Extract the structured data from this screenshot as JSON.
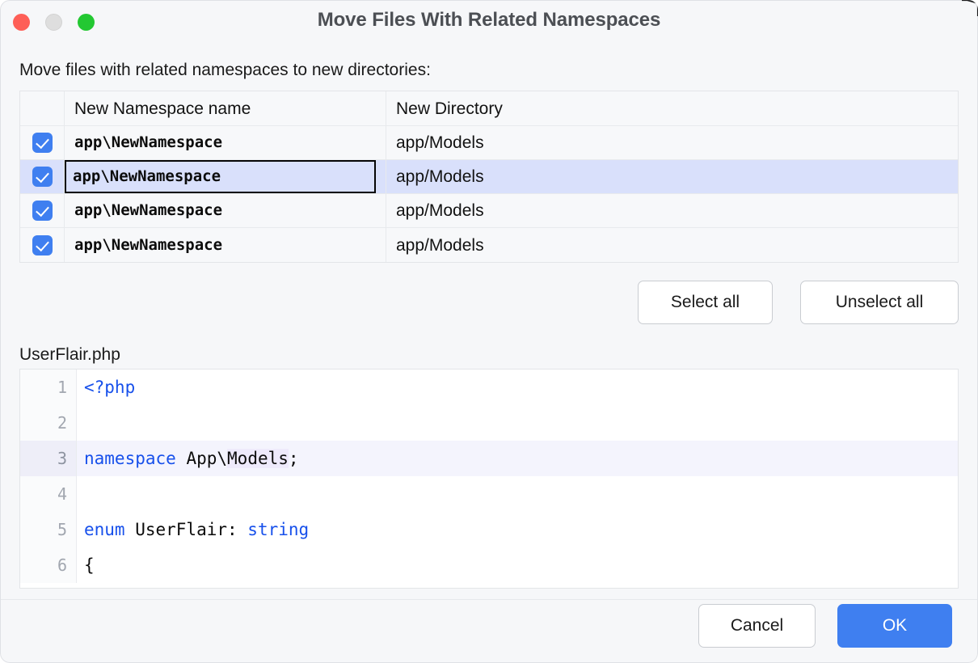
{
  "window": {
    "title": "Move Files With Related Namespaces",
    "traffic_lights": [
      {
        "name": "close",
        "color": "#fe5f57"
      },
      {
        "name": "minimize",
        "color": "#dedede"
      },
      {
        "name": "zoom",
        "color": "#23c832"
      }
    ]
  },
  "prompt": "Move files with related namespaces to new directories:",
  "table": {
    "columns": [
      "",
      "New Namespace name",
      "New Directory"
    ],
    "rows": [
      {
        "checked": true,
        "namespace": "app\\NewNamespace",
        "directory": "app/Models",
        "selected": false
      },
      {
        "checked": true,
        "namespace": "app\\NewNamespace",
        "directory": "app/Models",
        "selected": true
      },
      {
        "checked": true,
        "namespace": "app\\NewNamespace",
        "directory": "app/Models",
        "selected": false
      },
      {
        "checked": true,
        "namespace": "app\\NewNamespace",
        "directory": "app/Models",
        "selected": false
      }
    ]
  },
  "selection_buttons": {
    "select_all": "Select all",
    "unselect_all": "Unselect all"
  },
  "preview": {
    "file_name": "UserFlair.php",
    "lines": [
      {
        "number": "1",
        "highlighted": false
      },
      {
        "number": "2",
        "highlighted": false
      },
      {
        "number": "3",
        "highlighted": true
      },
      {
        "number": "4",
        "highlighted": false
      },
      {
        "number": "5",
        "highlighted": false
      },
      {
        "number": "6",
        "highlighted": false
      }
    ],
    "code": {
      "line1_php_tag": "<?php",
      "line3_keyword": "namespace",
      "line3_space": " ",
      "line3_app": "App\\",
      "line3_models": "Models",
      "line3_semicolon": ";",
      "line5_enum": "enum",
      "line5_name": " UserFlair: ",
      "line5_type": "string",
      "line6_brace": "{"
    }
  },
  "footer": {
    "cancel": "Cancel",
    "ok": "OK"
  },
  "colors": {
    "accent_blue": "#3f7ff0",
    "row_selected": "#d9e0fb",
    "code_keyword": "#0033b3",
    "code_type": "#1750eb",
    "dialog_bg": "#f6f7f9"
  }
}
